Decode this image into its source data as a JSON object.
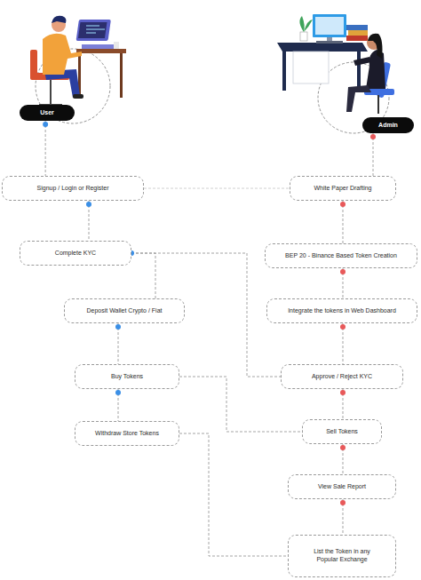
{
  "diagram": {
    "nodes": [
      {
        "text": [
          "User"
        ]
      },
      {
        "text": [
          "Admin"
        ]
      },
      {
        "text": [
          "Signup / Login or Register"
        ]
      },
      {
        "text": [
          "White Paper Drafting"
        ]
      },
      {
        "text": [
          "Complete KYC"
        ]
      },
      {
        "text": [
          "BEP 20 - Binance Based Token Creation"
        ]
      },
      {
        "text": [
          "Deposit Wallet Crypto / Fiat"
        ]
      },
      {
        "text": [
          "Integrate the tokens in Web Dashboard"
        ]
      },
      {
        "text": [
          "Buy Tokens"
        ]
      },
      {
        "text": [
          "Approve / Reject KYC"
        ]
      },
      {
        "text": [
          "Withdraw Store Tokens"
        ]
      },
      {
        "text": [
          "Sell Tokens"
        ]
      },
      {
        "text": [
          "View Sale Report"
        ]
      },
      {
        "text": [
          "List the Token in any Popular Exchange"
        ]
      }
    ],
    "edges": [
      {
        "from": 0,
        "to": 2,
        "arrow": "none"
      },
      {
        "from": 2,
        "to": 3,
        "arrow": "none"
      },
      {
        "from": 1,
        "to": 3,
        "arrow": "none"
      },
      {
        "from": 2,
        "to": 4,
        "arrow": "none"
      },
      {
        "from": 4,
        "to": 6,
        "arrow": "none"
      },
      {
        "from": 6,
        "to": 8,
        "arrow": "none"
      },
      {
        "from": 8,
        "to": 10,
        "arrow": "none"
      },
      {
        "from": 4,
        "to": 9,
        "arrow": "none"
      },
      {
        "from": 3,
        "to": 5,
        "arrow": "none"
      },
      {
        "from": 5,
        "to": 7,
        "arrow": "none"
      },
      {
        "from": 7,
        "to": 9,
        "arrow": "none"
      },
      {
        "from": 9,
        "to": 11,
        "arrow": "none"
      },
      {
        "from": 11,
        "to": 12,
        "arrow": "none"
      },
      {
        "from": 12,
        "to": 13,
        "arrow": "none"
      },
      {
        "from": 8,
        "to": 11,
        "arrow": "none"
      },
      {
        "from": 10,
        "to": 13,
        "arrow": "none"
      }
    ]
  }
}
